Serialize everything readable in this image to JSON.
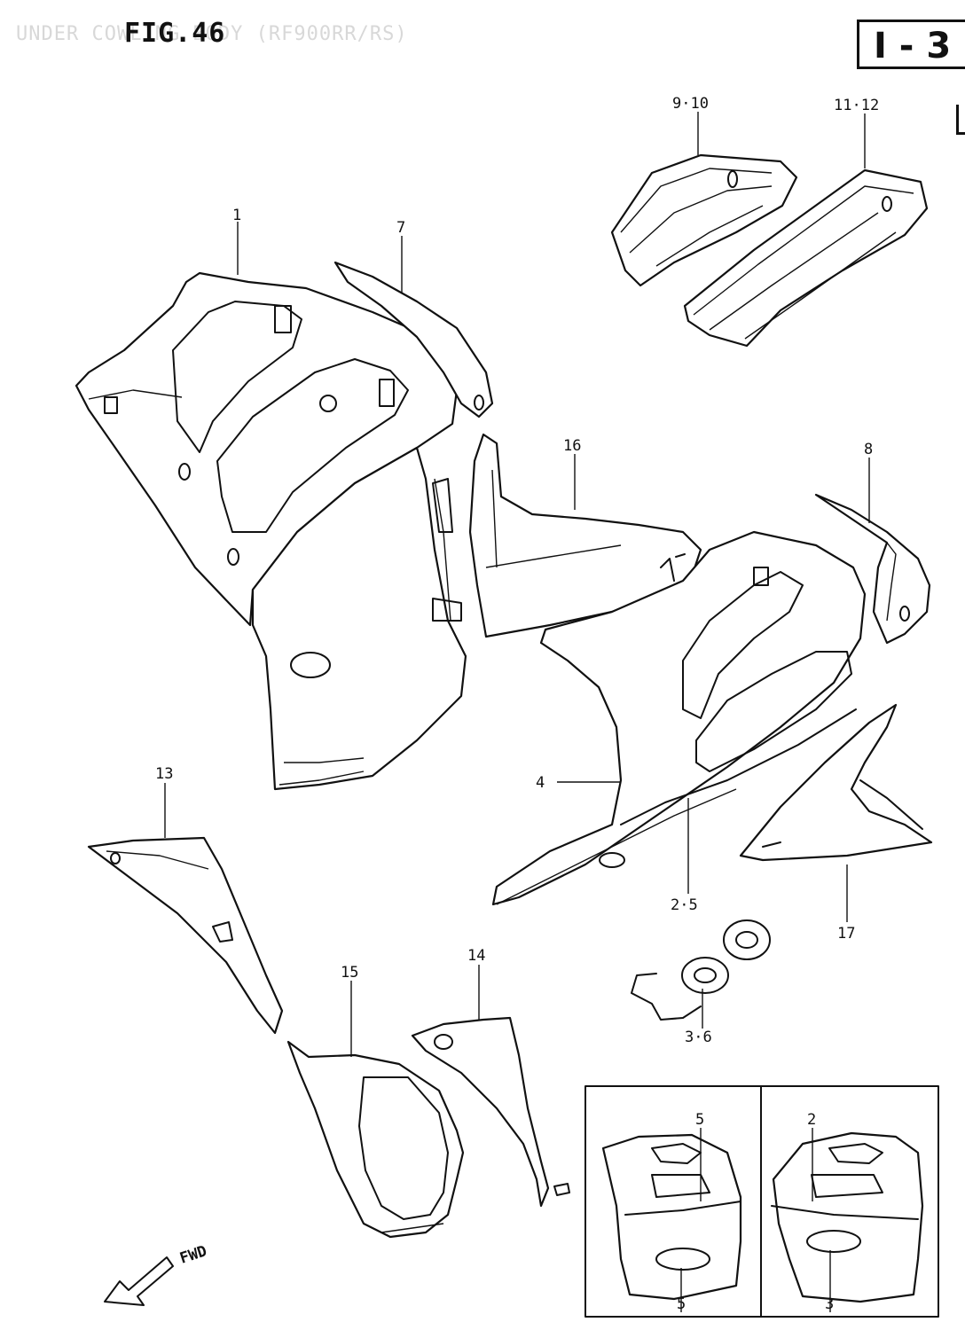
{
  "header": {
    "faint_title": "UNDER COWLING BODY (RF900RR/RS)",
    "figure_label": "FIG.46",
    "section_code": "I - 3"
  },
  "callouts": {
    "p1": "1",
    "p7": "7",
    "p9_10": "9·10",
    "p11_12": "11·12",
    "p16": "16",
    "p8": "8",
    "p4": "4",
    "p2_5": "2·5",
    "p17": "17",
    "p13": "13",
    "p3_6": "3·6",
    "p15": "15",
    "p14": "14",
    "inset_left_top": "5",
    "inset_left_bottom": "5",
    "inset_right_top": "2",
    "inset_right_bottom": "3"
  },
  "fwd_label": "FWD",
  "icons": [
    "fwd-arrow-icon"
  ]
}
